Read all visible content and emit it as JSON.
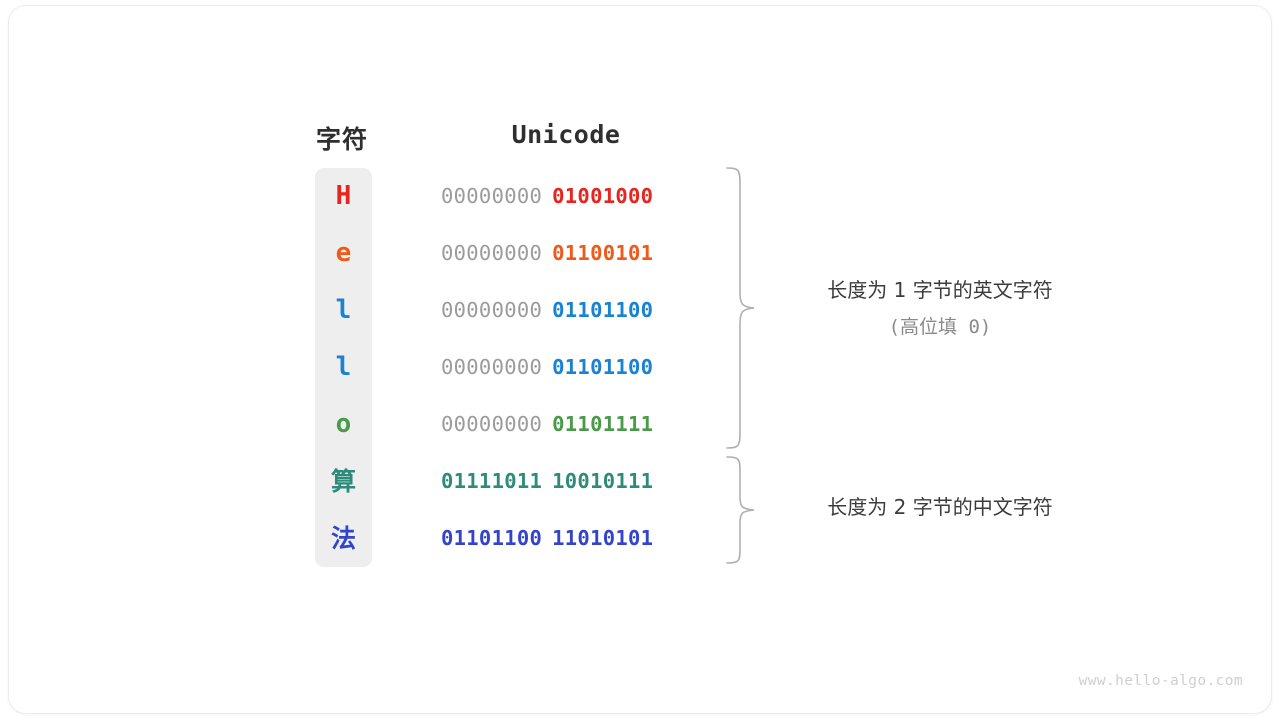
{
  "watermark": "www.hello-algo.com",
  "headers": {
    "character": "字符",
    "unicode": "Unicode"
  },
  "colors": {
    "red": "#e8241e",
    "orange": "#ef5a1b",
    "blue": "#1a82d2",
    "green": "#4a9a4a",
    "teal": "#2e8b7a",
    "indigo": "#3344cc",
    "gray_high_bits": "#9b9b9b",
    "char_column_bg": "#eeeeee",
    "brace": "#b0b0b0",
    "header_text": "#2f2f2f",
    "annotation_text": "#3c3c3c",
    "annotation_subtext": "#8a8a8a",
    "watermark": "#cfcfcf"
  },
  "rows": [
    {
      "char": "H",
      "color": "#e8241e",
      "high": "00000000",
      "low": "01001000",
      "high_dim": true,
      "cjk": false
    },
    {
      "char": "e",
      "color": "#ef5a1b",
      "high": "00000000",
      "low": "01100101",
      "high_dim": true,
      "cjk": false
    },
    {
      "char": "l",
      "color": "#1a82d2",
      "high": "00000000",
      "low": "01101100",
      "high_dim": true,
      "cjk": false
    },
    {
      "char": "l",
      "color": "#1a82d2",
      "high": "00000000",
      "low": "01101100",
      "high_dim": true,
      "cjk": false
    },
    {
      "char": "o",
      "color": "#4a9a4a",
      "high": "00000000",
      "low": "01101111",
      "high_dim": true,
      "cjk": false
    },
    {
      "char": "算",
      "color": "#2e8b7a",
      "high": "01111011",
      "low": "10010111",
      "high_dim": false,
      "cjk": true
    },
    {
      "char": "法",
      "color": "#3344cc",
      "high": "01101100",
      "low": "11010101",
      "high_dim": false,
      "cjk": true
    }
  ],
  "annotations": {
    "one_byte": {
      "line1": "长度为 1 字节的英文字符",
      "line2": "(高位填 0)"
    },
    "two_byte": {
      "line1": "长度为 2 字节的中文字符"
    }
  }
}
